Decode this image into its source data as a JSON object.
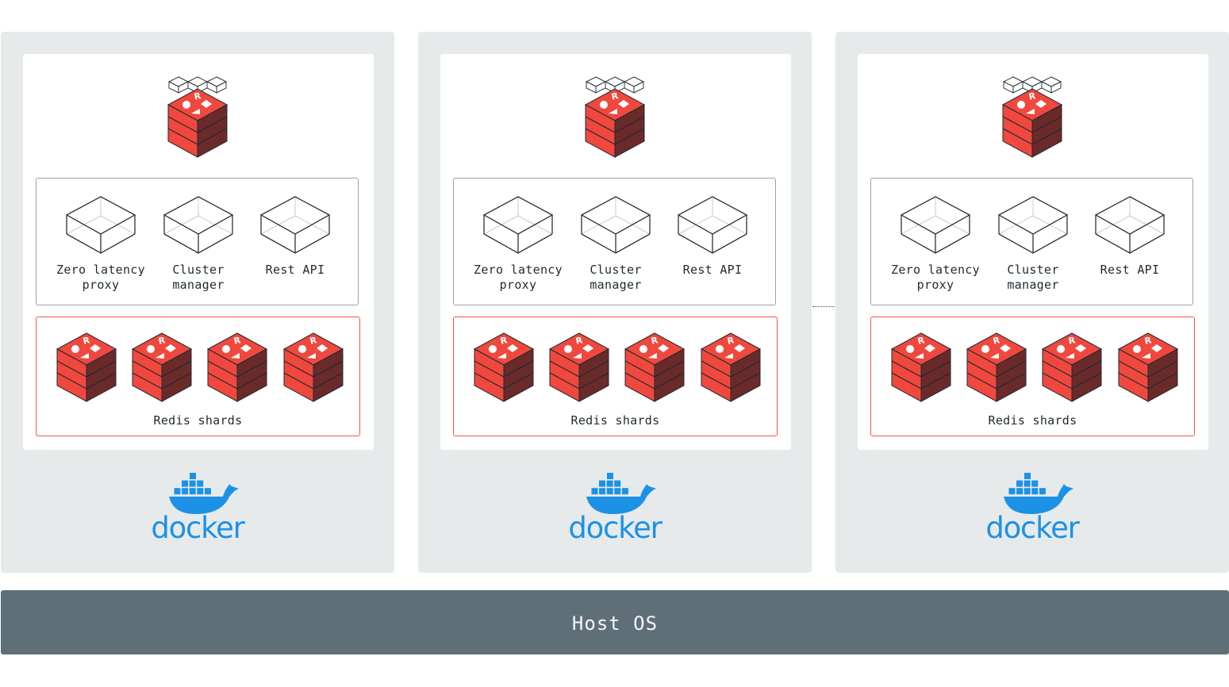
{
  "diagram": {
    "containers": [
      {
        "services": [
          {
            "label_line1": "Zero latency",
            "label_line2": "proxy",
            "icon": "wireframe-box-icon"
          },
          {
            "label_line1": "Cluster",
            "label_line2": "manager",
            "icon": "wireframe-box-icon"
          },
          {
            "label_line1": "Rest API",
            "label_line2": "",
            "icon": "wireframe-box-icon"
          }
        ],
        "shards_label": "Redis shards",
        "shard_count": 4,
        "runtime_label": "docker"
      },
      {
        "services": [
          {
            "label_line1": "Zero latency",
            "label_line2": "proxy",
            "icon": "wireframe-box-icon"
          },
          {
            "label_line1": "Cluster",
            "label_line2": "manager",
            "icon": "wireframe-box-icon"
          },
          {
            "label_line1": "Rest API",
            "label_line2": "",
            "icon": "wireframe-box-icon"
          }
        ],
        "shards_label": "Redis shards",
        "shard_count": 4,
        "runtime_label": "docker"
      },
      {
        "services": [
          {
            "label_line1": "Zero latency",
            "label_line2": "proxy",
            "icon": "wireframe-box-icon"
          },
          {
            "label_line1": "Cluster",
            "label_line2": "manager",
            "icon": "wireframe-box-icon"
          },
          {
            "label_line1": "Rest API",
            "label_line2": "",
            "icon": "wireframe-box-icon"
          }
        ],
        "shards_label": "Redis shards",
        "shard_count": 4,
        "runtime_label": "docker"
      }
    ],
    "host_label": "Host OS",
    "colors": {
      "redis_red": "#f0483e",
      "redis_dark": "#6b2a2a",
      "docker_blue": "#1d91e6",
      "host_bg": "#5e6f78",
      "container_bg": "#e6eaeb",
      "shard_border": "#f0534a"
    }
  }
}
